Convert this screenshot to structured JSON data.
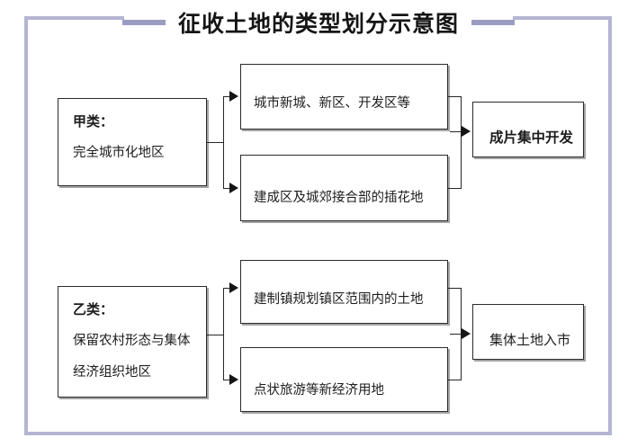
{
  "title": {
    "text": "征收土地的类型划分示意图",
    "rule_color": "#9b9cc2"
  },
  "frame": {
    "border_color": "#b4b5d2"
  },
  "colors": {
    "box_border": "#2b2b2b",
    "connector": "#262626",
    "text": "#1c1c1c",
    "background": "#ffffff"
  },
  "groups": [
    {
      "id": "group-jia",
      "category": {
        "head": "甲类：",
        "body": "完全城市化地区"
      },
      "branches": [
        {
          "label": "城市新城、新区、开发区等"
        },
        {
          "label": "建成区及城郊接合部的插花地"
        }
      ],
      "result": {
        "label": "成片集中开发",
        "bold": true
      }
    },
    {
      "id": "group-yi",
      "category": {
        "head": "乙类：",
        "body1": "保留农村形态与集体",
        "body2": "经济组织地区"
      },
      "branches": [
        {
          "label": "建制镇规划镇区范围内的土地"
        },
        {
          "label": "点状旅游等新经济用地"
        }
      ],
      "result": {
        "label": "集体土地入市",
        "bold": false
      }
    }
  ]
}
